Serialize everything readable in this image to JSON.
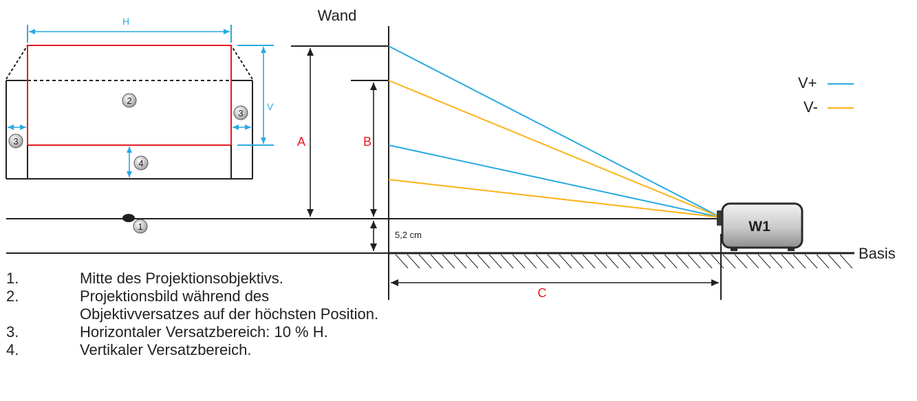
{
  "labels": {
    "wall": "Wand",
    "base": "Basis",
    "width": "H",
    "height": "V",
    "dist_a": "A",
    "dist_b": "B",
    "dist_c": "C",
    "offset": "5,2 cm",
    "projector": "W1",
    "v_plus": "V+",
    "v_minus": "V-"
  },
  "markers": {
    "m1": "1",
    "m2": "2",
    "m3": "3",
    "m4": "4"
  },
  "colors": {
    "v_plus": "#29a9e1",
    "v_minus": "#fbb217",
    "image": "#e11b22",
    "dimension": "#29a9e1",
    "line": "#231f20"
  },
  "notes": [
    {
      "num": "1.",
      "text": "Mitte des Projektionsobjektivs."
    },
    {
      "num": "2.",
      "text": "Projektionsbild während des Objektivversatzes auf der höchsten Position."
    },
    {
      "num": "3.",
      "text": "Horizontaler Versatzbereich: 10 % H."
    },
    {
      "num": "4.",
      "text": "Vertikaler Versatzbereich."
    }
  ]
}
